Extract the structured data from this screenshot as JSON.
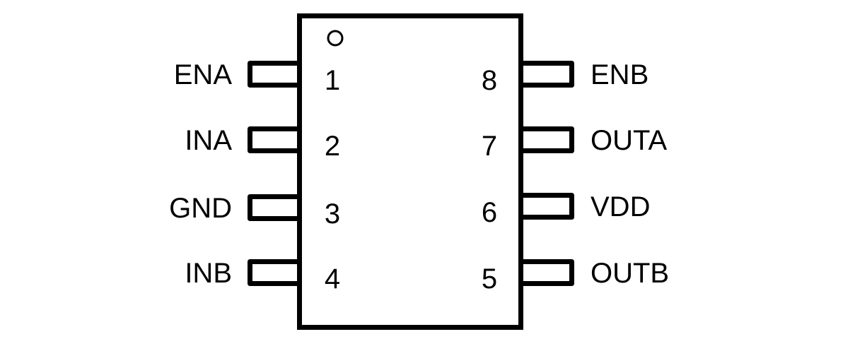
{
  "diagram": {
    "type": "ic-pinout",
    "package_pins": 8,
    "pin1_marker": "circle",
    "colors": {
      "stroke": "#000000",
      "background": "#ffffff"
    },
    "left_pins": [
      {
        "number": "1",
        "name": "ENA"
      },
      {
        "number": "2",
        "name": "INA"
      },
      {
        "number": "3",
        "name": "GND"
      },
      {
        "number": "4",
        "name": "INB"
      }
    ],
    "right_pins": [
      {
        "number": "8",
        "name": "ENB"
      },
      {
        "number": "7",
        "name": "OUTA"
      },
      {
        "number": "6",
        "name": "VDD"
      },
      {
        "number": "5",
        "name": "OUTB"
      }
    ]
  }
}
